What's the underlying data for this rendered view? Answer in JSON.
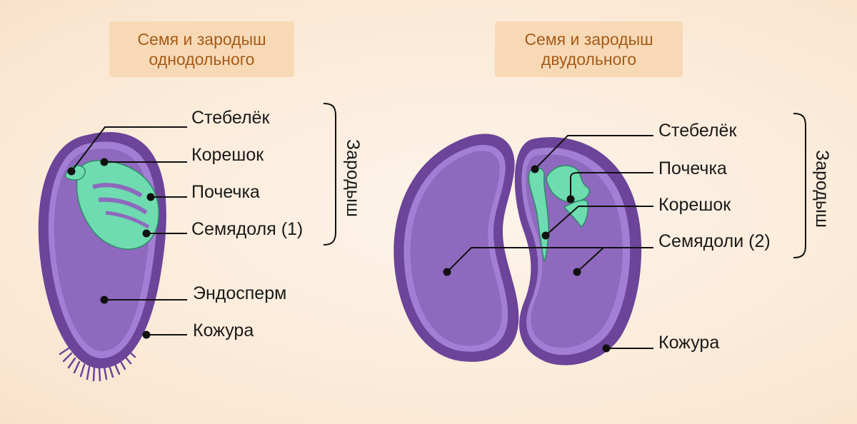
{
  "titles": {
    "mono": [
      "Семя и зародыш",
      "однодольного"
    ],
    "dicot": [
      "Семя и зародыш",
      "двудольного"
    ]
  },
  "mono": {
    "labels": {
      "stem": "Стебелёк",
      "root": "Корешок",
      "bud": "Почечка",
      "cotyledon": "Семядоля (1)",
      "endosperm": "Эндосперм",
      "coat": "Кожура"
    },
    "group": "Зародыш"
  },
  "dicot": {
    "labels": {
      "stem": "Стебелёк",
      "bud": "Почечка",
      "root": "Корешок",
      "cotyledons": "Семядоли (2)",
      "coat": "Кожура"
    },
    "group": "Зародыш"
  },
  "colors": {
    "seed_outer": "#6c4499",
    "seed_ring": "#a27fd4",
    "seed_fill": "#8e69bd",
    "embryo": "#6fdbb0",
    "embryo_edge": "#2f8a68",
    "title_bg": "#f8d9b6",
    "title_text": "#a65a17"
  }
}
